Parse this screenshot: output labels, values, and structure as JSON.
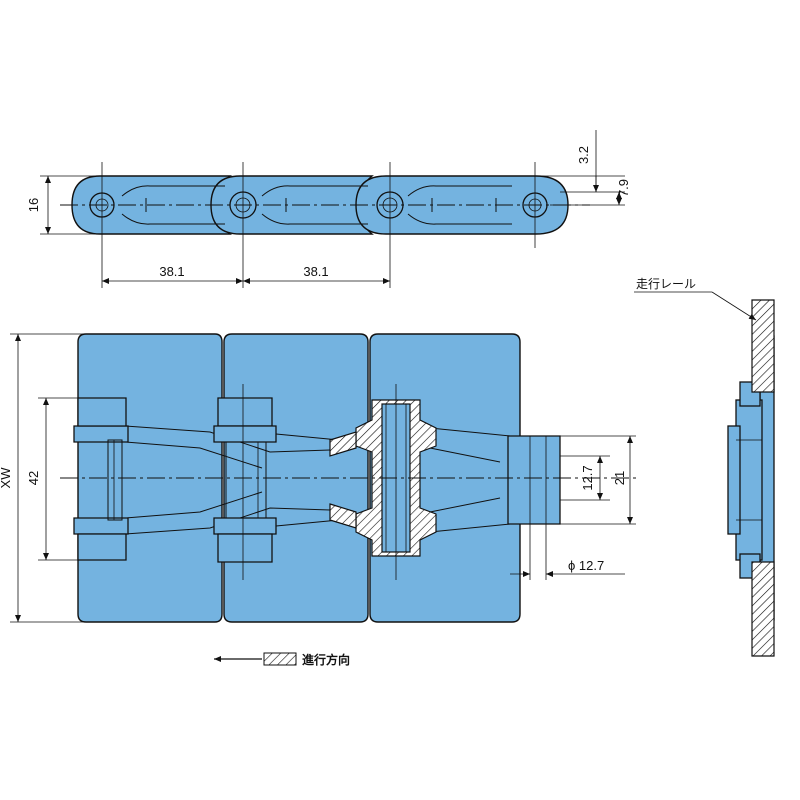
{
  "dimensions": {
    "plate_height": "16",
    "pitch_1": "38.1",
    "pitch_2": "38.1",
    "top_offset": "3.2",
    "pin_height": "7.9",
    "overall_width": "XW",
    "link_width": "42",
    "roller_width": "12.7",
    "inner_width": "21",
    "pin_diameter": "ϕ 12.7"
  },
  "labels": {
    "rail": "走行レール",
    "direction": "進行方向"
  },
  "colors": {
    "plate_fill": "#74b3e0",
    "line": "#111111",
    "background": "#ffffff"
  }
}
